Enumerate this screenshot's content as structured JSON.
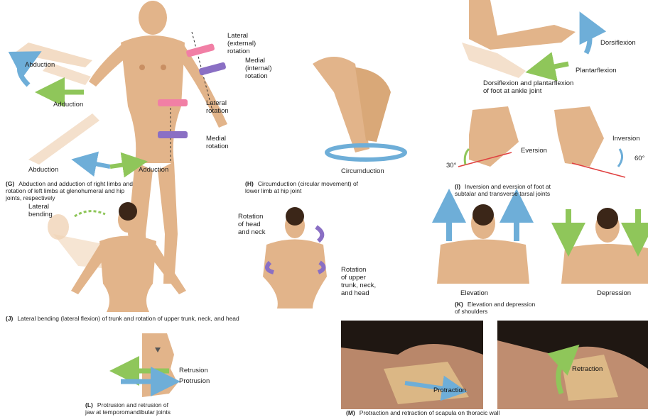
{
  "colors": {
    "skin": "#e2b48a",
    "skin_shade": "#c98f63",
    "hair": "#3b2618",
    "blue_arrow": "#6eaed8",
    "green_arrow": "#8fc65a",
    "pink_band": "#f17fa5",
    "purple_band": "#8a6fc4",
    "bg": "#ffffff"
  },
  "panelG": {
    "labels": {
      "lateral_external": "Lateral\n(external)\nrotation",
      "medial_internal": "Medial\n(internal)\nrotation",
      "lateral_rotation": "Lateral\nrotation",
      "medial_rotation": "Medial\nrotation",
      "abduction_top": "Abduction",
      "adduction_mid": "Adduction",
      "abduction_bottom": "Abduction",
      "adduction_bottom": "Adduction"
    },
    "letter": "(G)",
    "caption": "Abduction and adduction of right limbs and\nrotation of left limbs at glenohumeral and hip\njoints, respectively"
  },
  "panelH": {
    "labels": {
      "circumduction": "Circumduction"
    },
    "letter": "(H)",
    "caption": "Circumduction (circular movement) of\nlower limb at hip joint"
  },
  "panelFoot": {
    "labels": {
      "dorsiflexion": "Dorsiflexion",
      "plantarflexion": "Plantarflexion"
    },
    "caption": "Dorsiflexion and plantarflexion\nof foot at ankle joint"
  },
  "panelI": {
    "labels": {
      "eversion": "Eversion",
      "inversion": "Inversion",
      "angle_30": "30°",
      "angle_60": "60°"
    },
    "letter": "(I)",
    "caption": "Inversion and eversion of foot at\nsubtalar and transverse tarsal joints"
  },
  "panelJ": {
    "labels": {
      "lateral_bending": "Lateral\nbending",
      "rotation_head": "Rotation\nof head\nand neck",
      "rotation_trunk": "Rotation\nof upper\ntrunk, neck,\nand head"
    },
    "letter": "(J)",
    "caption": "Lateral bending (lateral flexion) of trunk and rotation of upper trunk, neck, and head"
  },
  "panelK": {
    "labels": {
      "elevation": "Elevation",
      "depression": "Depression"
    },
    "letter": "(K)",
    "caption": "Elevation and depression\nof shoulders"
  },
  "panelL": {
    "labels": {
      "retrusion": "Retrusion",
      "protrusion": "Protrusion"
    },
    "letter": "(L)",
    "caption": "Protrusion and retrusion of\njaw at temporomandibular joints"
  },
  "panelM": {
    "labels": {
      "protraction": "Protraction",
      "retraction": "Retraction"
    },
    "letter": "(M)",
    "caption": "Protraction and retraction of scapula on thoracic wall"
  }
}
